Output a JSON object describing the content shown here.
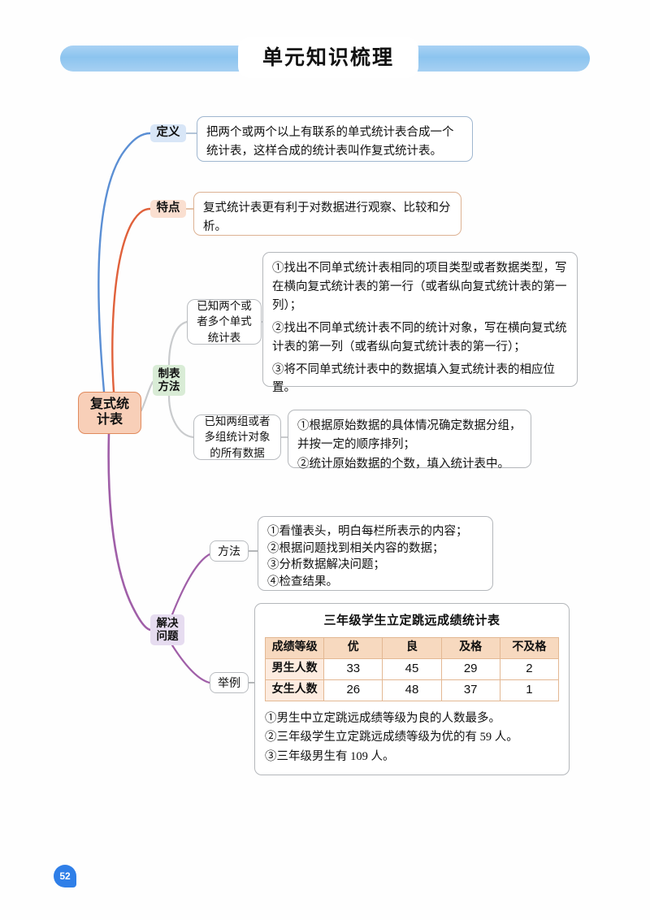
{
  "page": {
    "title": "单元知识梳理",
    "page_number": "52",
    "colors": {
      "banner": "#8cc4ef",
      "root_node": "#f8cfb8",
      "branch_definition": "#5b8fd4",
      "branch_feature": "#e0613b",
      "branch_method": "#c9cbcd",
      "branch_solve": "#a05fa8",
      "table_header": "#f7d9bf",
      "page_badge": "#2f7fe8"
    }
  },
  "root": {
    "label_line1": "复式统",
    "label_line2": "计表"
  },
  "branches": {
    "definition": {
      "label": "定义",
      "content": "把两个或两个以上有联系的单式统计表合成一个统计表，这样合成的统计表叫作复式统计表。"
    },
    "feature": {
      "label": "特点",
      "content": "复式统计表更有利于对数据进行观察、比较和分析。"
    },
    "make_table": {
      "label_line1": "制表",
      "label_line2": "方法",
      "case_a": {
        "label_line1": "已知两个或",
        "label_line2": "者多个单式",
        "label_line3": "统计表",
        "steps": [
          "①找出不同单式统计表相同的项目类型或者数据类型，写在横向复式统计表的第一行（或者纵向复式统计表的第一列）；",
          "②找出不同单式统计表不同的统计对象，写在横向复式统计表的第一列（或者纵向复式统计表的第一行）；",
          "③将不同单式统计表中的数据填入复式统计表的相应位置。"
        ]
      },
      "case_b": {
        "label_line1": "已知两组或者",
        "label_line2": "多组统计对象",
        "label_line3": "的所有数据",
        "steps": [
          "①根据原始数据的具体情况确定数据分组，并按一定的顺序排列；",
          "②统计原始数据的个数，填入统计表中。"
        ]
      }
    },
    "solve_problem": {
      "label_line1": "解决",
      "label_line2": "问题",
      "method": {
        "label": "方法",
        "steps": [
          "①看懂表头，明白每栏所表示的内容；",
          "②根据问题找到相关内容的数据；",
          "③分析数据解决问题；",
          "④检查结果。"
        ]
      },
      "example": {
        "label": "举例",
        "table_title": "三年级学生立定跳远成绩统计表",
        "table_headers": [
          "成绩等级",
          "优",
          "良",
          "及格",
          "不及格"
        ],
        "table_rows": [
          {
            "name": "男生人数",
            "values": [
              "33",
              "45",
              "29",
              "2"
            ]
          },
          {
            "name": "女生人数",
            "values": [
              "26",
              "48",
              "37",
              "1"
            ]
          }
        ],
        "conclusions": [
          "①男生中立定跳远成绩等级为良的人数最多。",
          "②三年级学生立定跳远成绩等级为优的有 59 人。",
          "③三年级男生有 109 人。"
        ]
      }
    }
  },
  "chart_data": {
    "type": "table",
    "title": "三年级学生立定跳远成绩统计表",
    "categories": [
      "优",
      "良",
      "及格",
      "不及格"
    ],
    "series": [
      {
        "name": "男生人数",
        "values": [
          33,
          45,
          29,
          2
        ]
      },
      {
        "name": "女生人数",
        "values": [
          26,
          48,
          37,
          1
        ]
      }
    ],
    "row_header_label": "成绩等级",
    "xlabel": "成绩等级",
    "ylabel": "人数",
    "grid": true,
    "legend": "none"
  }
}
